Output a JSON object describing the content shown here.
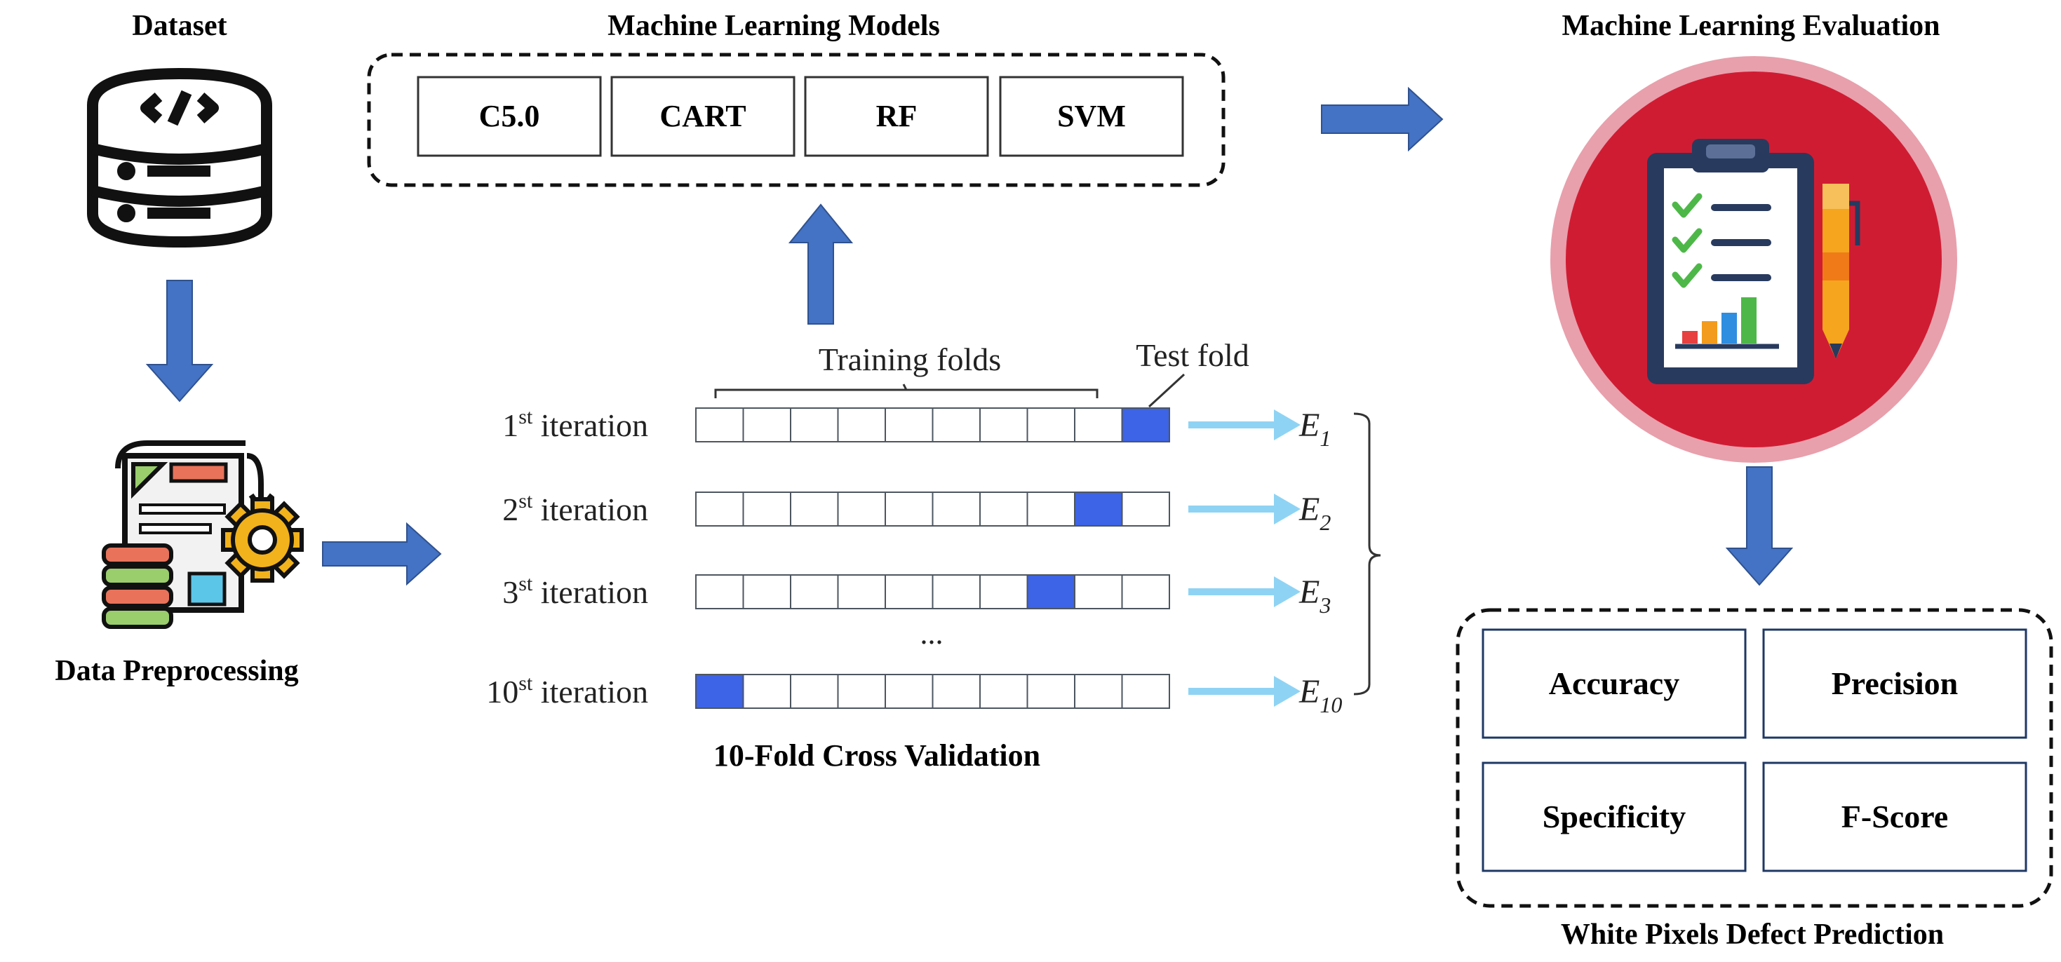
{
  "sections": {
    "dataset": "Dataset",
    "preprocessing": "Data Preprocessing",
    "models": "Machine Learning Models",
    "evaluation": "Machine Learning Evaluation",
    "cross_validation": "10-Fold Cross Validation",
    "prediction": "White Pixels Defect Prediction"
  },
  "models": [
    "C5.0",
    "CART",
    "RF",
    "SVM"
  ],
  "metrics": [
    "Accuracy",
    "Precision",
    "Specificity",
    "F-Score"
  ],
  "cv": {
    "training_folds_label": "Training folds",
    "test_fold_label": "Test fold",
    "ellipsis": "...",
    "iterations": [
      {
        "num": "1",
        "sup": "st",
        "word": " iteration",
        "test_fold": 10,
        "result": "E",
        "sub": "1"
      },
      {
        "num": "2",
        "sup": "st",
        "word": " iteration",
        "test_fold": 9,
        "result": "E",
        "sub": "2"
      },
      {
        "num": "3",
        "sup": "st",
        "word": " iteration",
        "test_fold": 8,
        "result": "E",
        "sub": "3"
      },
      {
        "num": "10",
        "sup": "st",
        "word": " iteration",
        "test_fold": 1,
        "result": "E",
        "sub": "10"
      }
    ]
  },
  "colors": {
    "arrow_blue": "#4472c4",
    "test_fold_blue": "#3d63e6",
    "light_arrow": "#8fd3f4",
    "eval_circle_red": "#d01c33",
    "eval_circle_ring": "#e8a0ac",
    "clipboard_navy": "#283a5e"
  },
  "icons": {
    "dataset": "database-code-icon",
    "preprocessing": "document-gear-icon",
    "evaluation": "clipboard-report-icon"
  }
}
